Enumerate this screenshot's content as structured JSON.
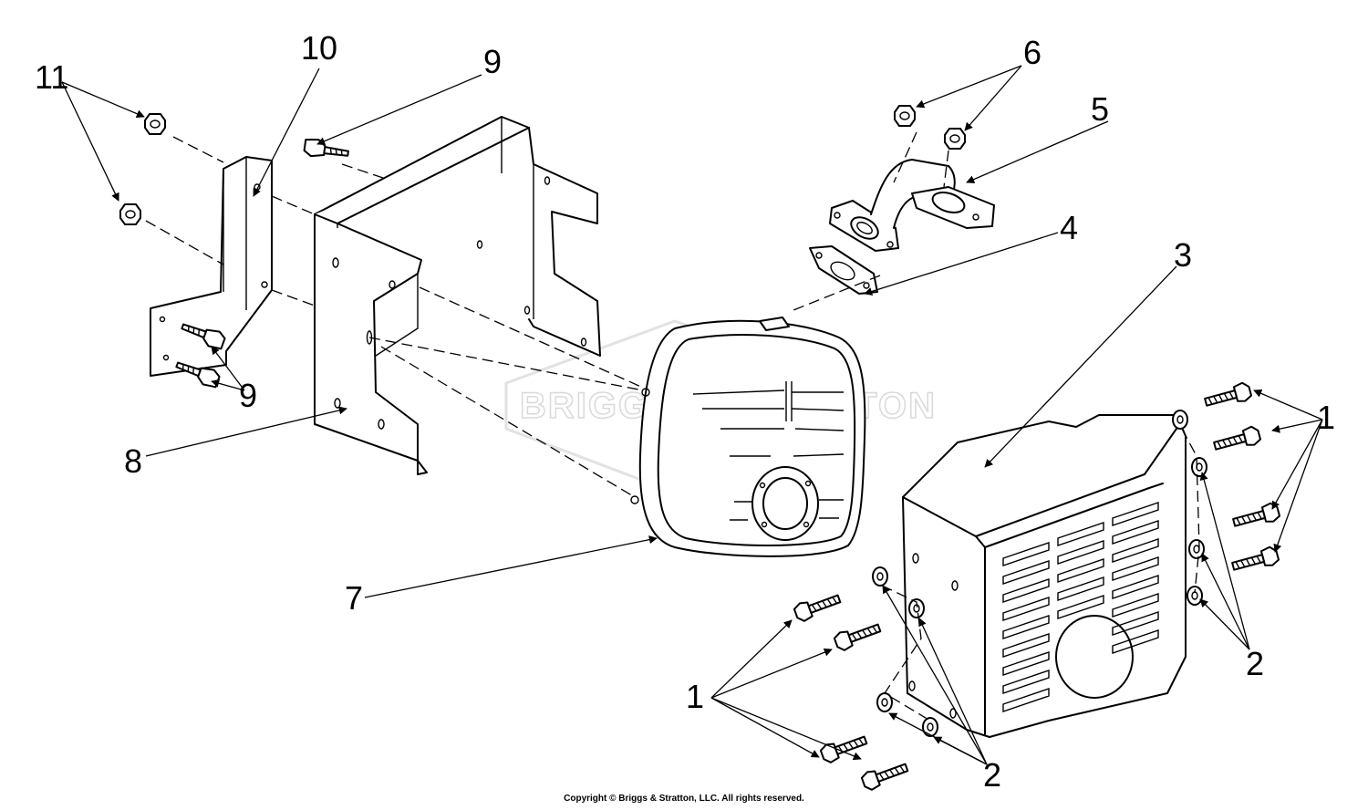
{
  "watermark": "BRIGGS & STRATTON",
  "copyright": "Copyright © Briggs & Stratton, LLC. All rights reserved.",
  "callouts": {
    "c1a": "1",
    "c1b": "1",
    "c2a": "2",
    "c2b": "2",
    "c3": "3",
    "c4": "4",
    "c5": "5",
    "c6": "6",
    "c7": "7",
    "c8": "8",
    "c9a": "9",
    "c9b": "9",
    "c10": "10",
    "c11": "11"
  }
}
